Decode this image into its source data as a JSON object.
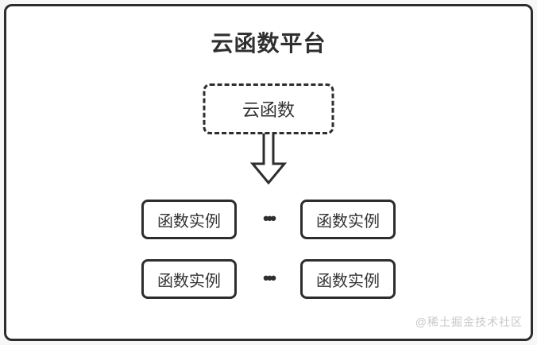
{
  "diagram": {
    "title": "云函数平台",
    "cloud_function": {
      "label": "云函数"
    },
    "rows": [
      {
        "left": "函数实例",
        "separator": "•••",
        "right": "函数实例"
      },
      {
        "left": "函数实例",
        "separator": "•••",
        "right": "函数实例"
      }
    ],
    "watermark": "@稀土掘金技术社区",
    "colors": {
      "line": "#2d2d2d",
      "text": "#333333",
      "watermark": "#c8c8c8",
      "background": "#ffffff"
    }
  }
}
